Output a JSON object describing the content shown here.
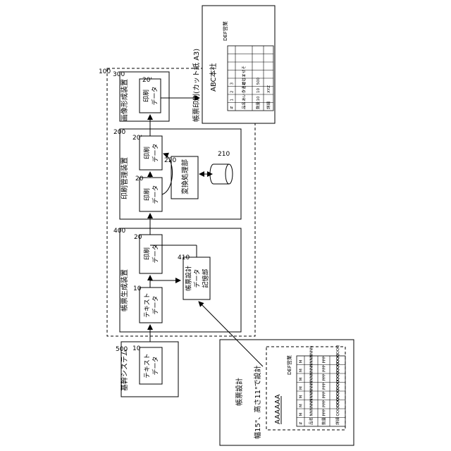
{
  "ref_100": "100",
  "system_500": {
    "ref": "500",
    "title": "基幹システム",
    "text_data": {
      "label": "テキスト\nデータ",
      "ref": "10"
    }
  },
  "device_400": {
    "ref": "400",
    "title": "帳票生成装置",
    "text_data": {
      "label": "テキスト\nデータ",
      "ref": "10"
    },
    "print_data": {
      "label": "印刷\nデータ",
      "ref": "20"
    },
    "storage": {
      "label": "帳票設計\nデータ\n記憶部",
      "ref": "410"
    }
  },
  "device_200": {
    "ref": "200",
    "title": "印刷管理装置",
    "print_data_in": {
      "label": "印刷\nデータ",
      "ref": "20"
    },
    "print_data_out": {
      "label": "印刷\nデータ",
      "ref": "20'"
    },
    "converter": {
      "label": "変換処理部",
      "ref": "220"
    },
    "db": {
      "ref": "210"
    }
  },
  "device_300": {
    "ref": "300",
    "title": "画像形成装置",
    "print_data": {
      "label": "印刷\nデータ",
      "ref": "20'"
    }
  },
  "output": {
    "caption": "帳票印刷(カット紙 A3)",
    "company": "ABC本社",
    "header": "DEF営業",
    "columns": [
      "#",
      "品名",
      "数量",
      "詳細"
    ],
    "rows": [
      [
        "1",
        "あいうえお",
        "10",
        ""
      ],
      [
        "2",
        "かきくけこ",
        "10",
        "XYZ"
      ],
      [
        "3",
        "さしすせそ",
        "500",
        ""
      ],
      [
        "",
        "",
        "",
        ""
      ],
      [
        "",
        "",
        "",
        ""
      ],
      [
        "",
        "",
        "",
        ""
      ],
      [
        "",
        "",
        "",
        ""
      ]
    ]
  },
  "design": {
    "title": "帳票設計",
    "size_note": "幅15\"、高さ11\"で設計",
    "header_left": "AAAAAA",
    "header_right": "DEF営業",
    "columns": [
      "#",
      "品名",
      "数量",
      "詳細"
    ],
    "rows": [
      [
        "M",
        "NNNNNN",
        "PPP",
        "QQQQQQ"
      ],
      [
        "M",
        "NNNNNN",
        "PPP",
        "QQQQQQ"
      ],
      [
        "M",
        "NNNNNN",
        "PPP",
        "QQQQQQ"
      ],
      [
        "M",
        "NNNNNN",
        "PPP",
        "QQQQQQ"
      ],
      [
        "M",
        "NNNNNN",
        "PPP",
        "QQQQQQ"
      ],
      [
        "M",
        "NNNNNN",
        "PPP",
        "QQQQQQ"
      ],
      [
        "M",
        "NNNNNN",
        "PPP",
        "QQQQQQ"
      ]
    ]
  }
}
